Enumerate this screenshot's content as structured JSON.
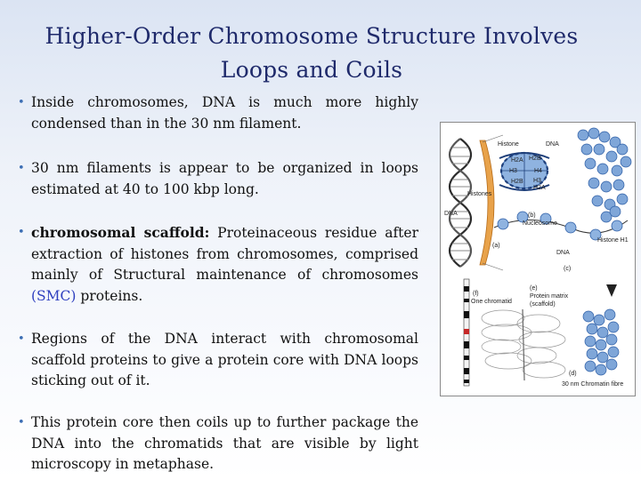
{
  "slide": {
    "title_line1": "Higher-Order Chromosome Structure Involves",
    "title_line2": "Loops and Coils"
  },
  "bullets": [
    {
      "text": "Inside chromosomes, DNA is much more highly condensed than in the 30  nm filament."
    },
    {
      "text": "30 nm filaments is appear to be organized in loops estimated at 40 to 100 kbp long."
    },
    {
      "strong": "chromosomal scaffold:",
      "text_before": " Proteinaceous residue after extraction of histones from chromosomes, comprised mainly of Structural maintenance of chromosomes ",
      "acronym": "(SMC)",
      "text_after": " proteins."
    },
    {
      "text": "Regions of the DNA interact with chromosomal scaffold proteins to give a protein core with DNA loops sticking out of it."
    },
    {
      "text": "This protein core then coils up to further package the DNA into the chromatids that are visible by light microscopy in metaphase."
    }
  ],
  "figure_labels": {
    "histone": "Histone",
    "dna_top": "DNA",
    "h2a": "H2A",
    "h2b_top": "H2B",
    "h3": "H3",
    "h4": "H4",
    "h2b": "H2B",
    "h3b": "H3",
    "h2a_b": "H2A",
    "histones": "Histones",
    "dna_left": "DNA",
    "b": "(b)",
    "nucleosome": "Nucleosome",
    "a": "(a)",
    "histone_h1": "Histone H1",
    "dna_c": "DNA",
    "c": "(c)",
    "f": "(f)",
    "one_chromatid": "One chromatid",
    "e": "(e)",
    "protein_matrix": "Protein matrix",
    "scaffold": "(scaffold)",
    "d": "(d)",
    "fibre": "30 nm Chromatin fibre"
  }
}
